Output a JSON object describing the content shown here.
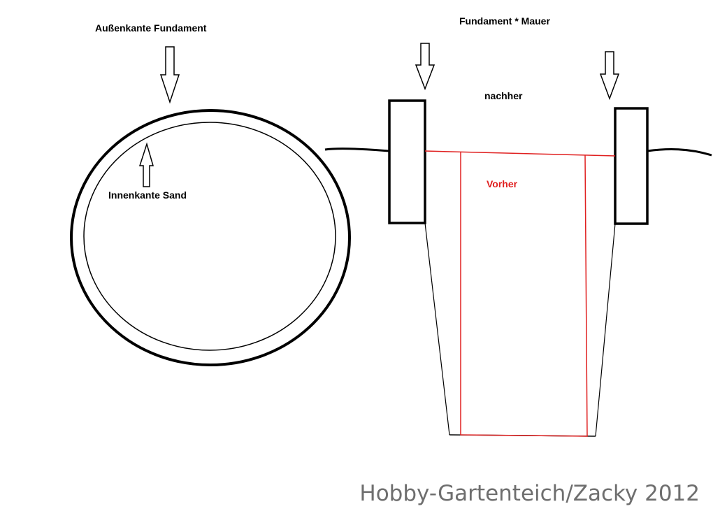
{
  "labels": {
    "outer_edge": "Außenkante Fundament",
    "inner_edge": "Innenkante Sand",
    "foundation_wall": "Fundament * Mauer",
    "after": "nachher",
    "before": "Vorher"
  },
  "watermark": "Hobby-Gartenteich/Zacky 2012",
  "colors": {
    "line": "#000000",
    "before": "#e02020",
    "watermark": "#6e6e6e"
  },
  "icons": [
    "down-arrow-icon",
    "up-arrow-icon"
  ]
}
